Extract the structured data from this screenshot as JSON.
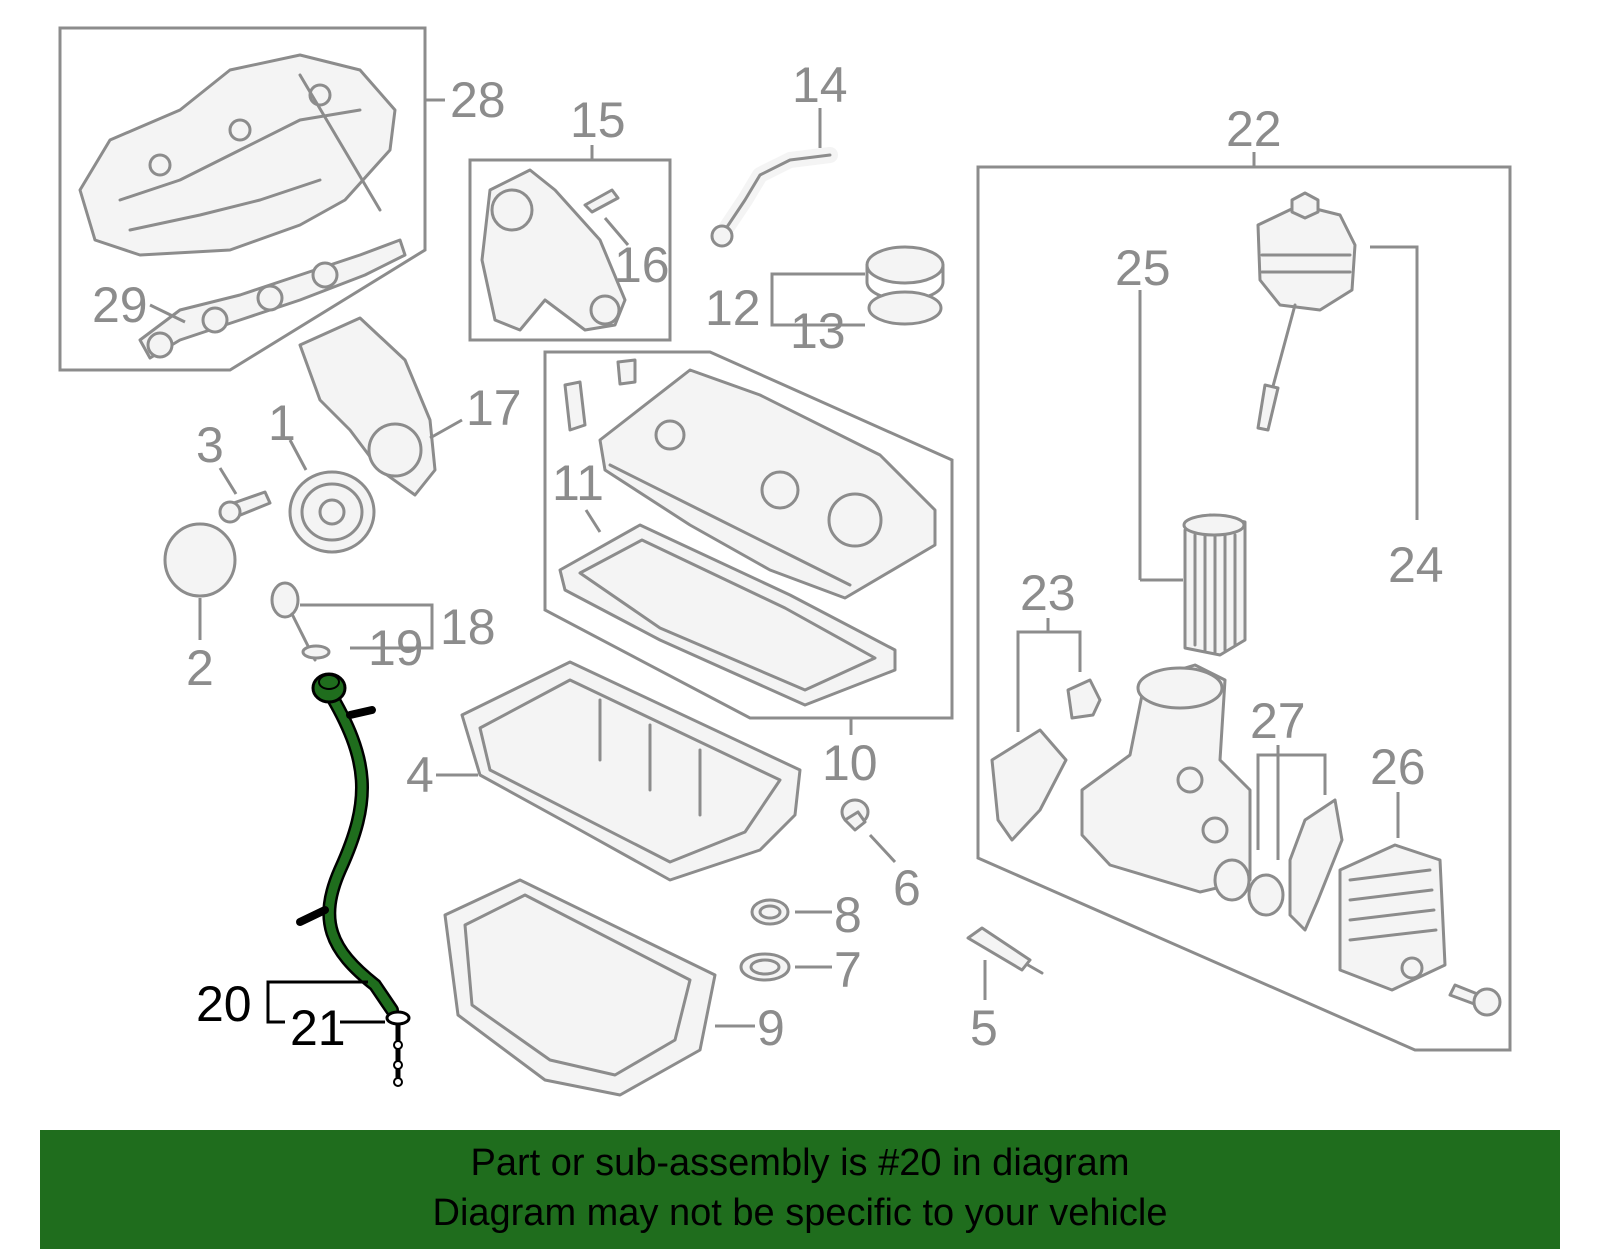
{
  "labels": {
    "l1": "1",
    "l2": "2",
    "l3": "3",
    "l4": "4",
    "l5": "5",
    "l6": "6",
    "l7": "7",
    "l8": "8",
    "l9": "9",
    "l10": "10",
    "l11": "11",
    "l12": "12",
    "l13": "13",
    "l14": "14",
    "l15": "15",
    "l16": "16",
    "l17": "17",
    "l18": "18",
    "l19": "19",
    "l20": "20",
    "l21": "21",
    "l22": "22",
    "l23": "23",
    "l24": "24",
    "l25": "25",
    "l26": "26",
    "l27": "27",
    "l28": "28",
    "l29": "29"
  },
  "highlight": {
    "part_number": "20",
    "color": "#1f6d1d"
  },
  "colors": {
    "parts_gray": "#8c8c8c",
    "highlight_green": "#1f6d1d",
    "banner_green": "#1f6d1d",
    "text_black": "#000000"
  },
  "banner": {
    "line1": "Part or sub-assembly is #20 in diagram",
    "line2": "Diagram may not be specific to your vehicle"
  }
}
